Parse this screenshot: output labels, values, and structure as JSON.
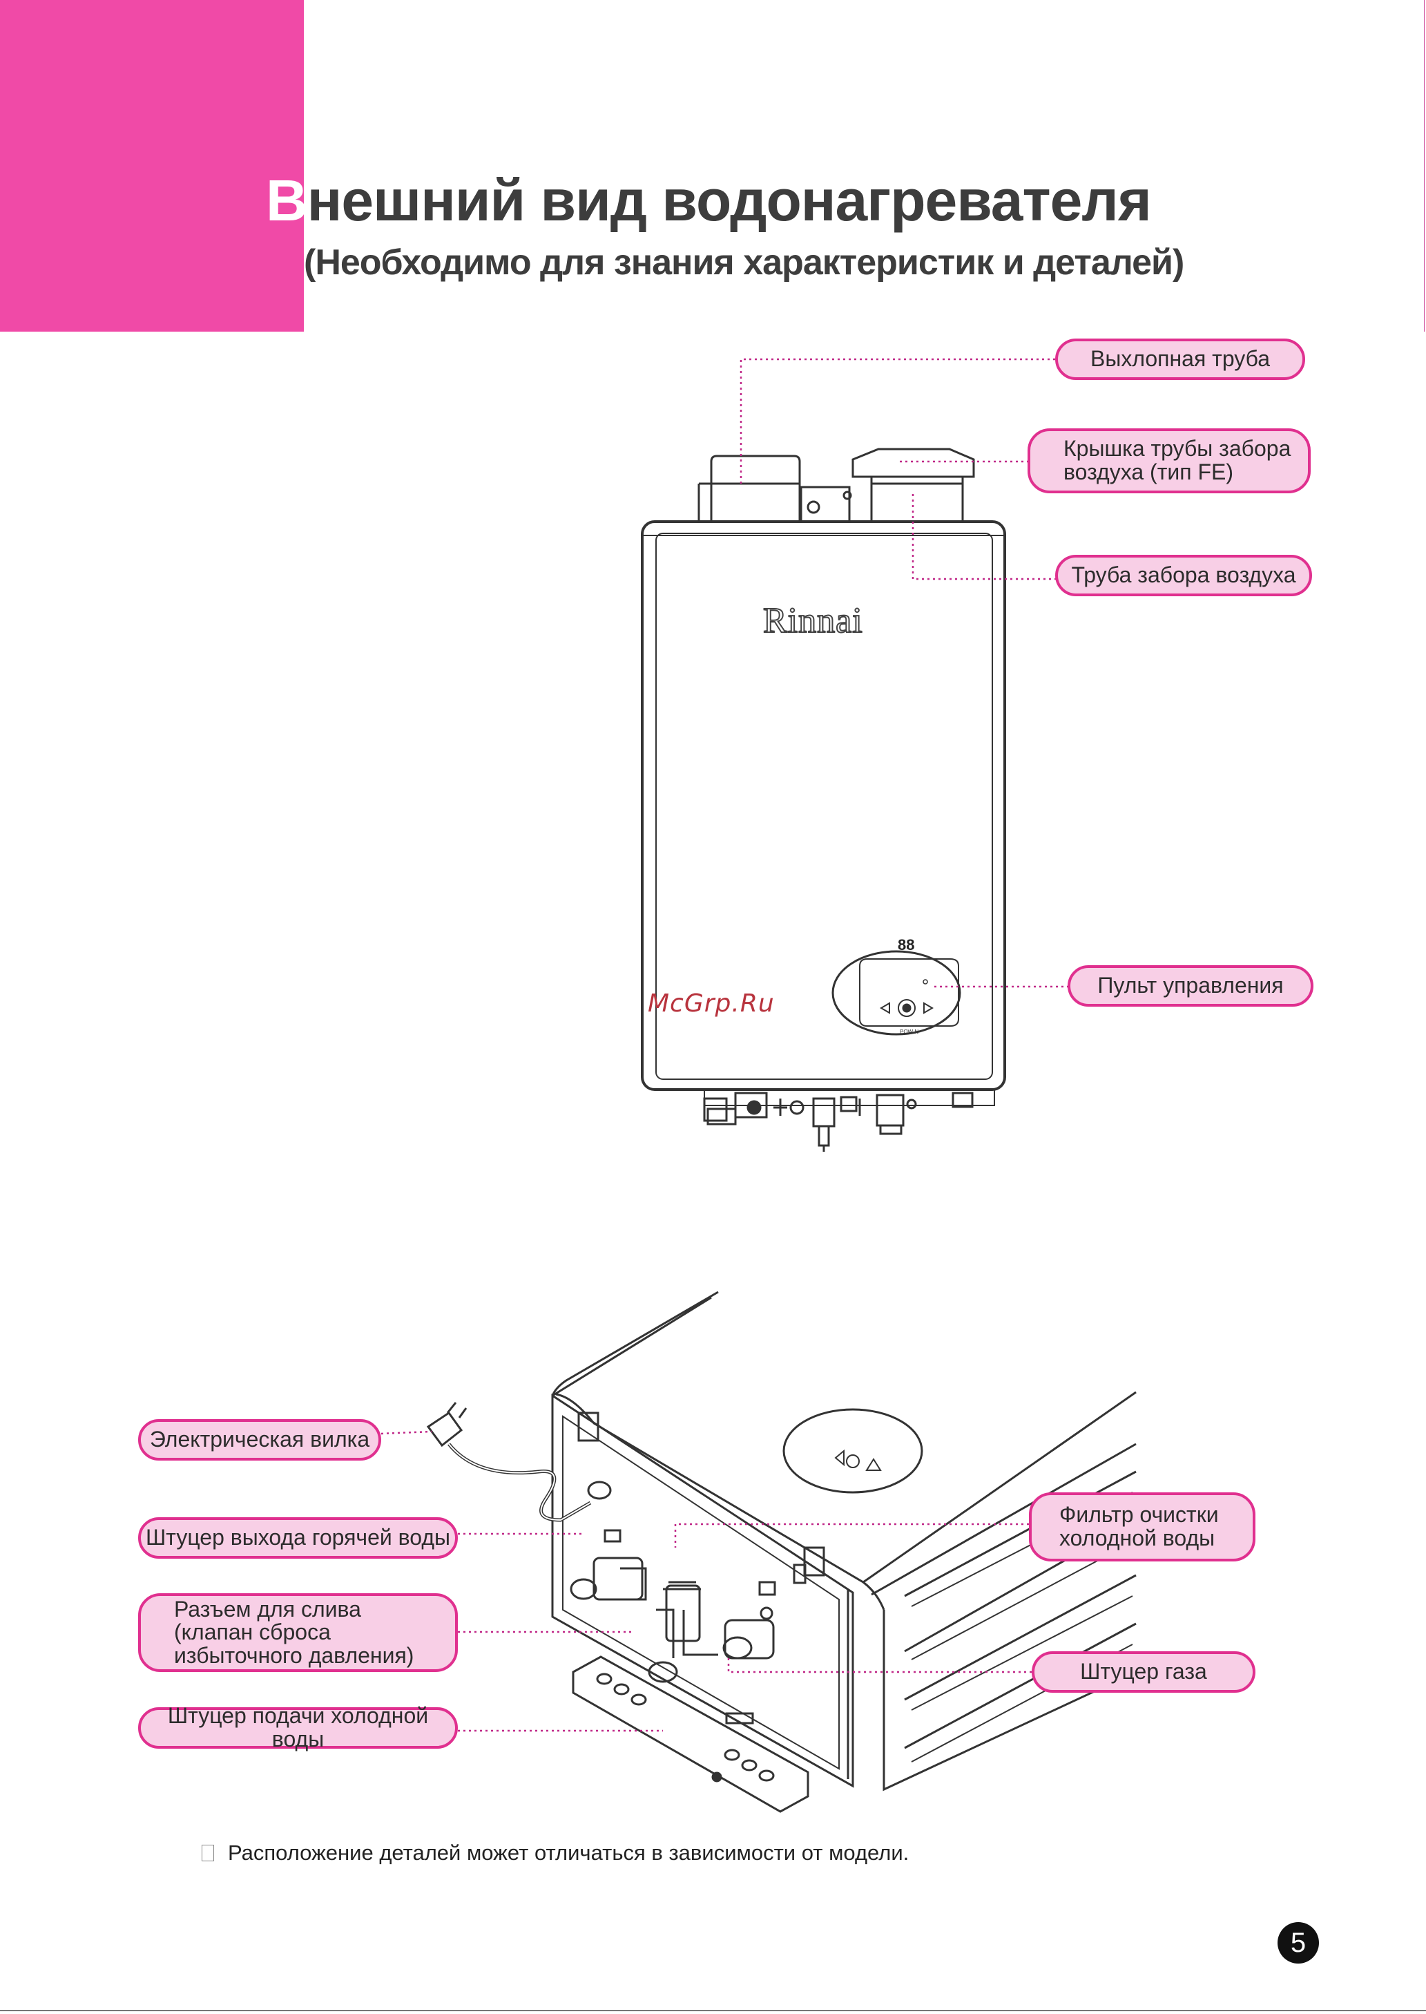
{
  "header": {
    "title_first_letter": "В",
    "title_rest": "нешний вид водонагревателя",
    "subtitle": "(Необходимо для знания характеристик и деталей)"
  },
  "front_view": {
    "brand": "Rinnai",
    "display_digits": "88",
    "panel_label": "POW N",
    "callouts": {
      "exhaust_pipe": "Выхлопная труба",
      "air_intake_cap": [
        "Крышка трубы забора",
        "воздуха (тип FE)"
      ],
      "air_intake_pipe": "Труба забора воздуха",
      "control_panel": "Пульт управления"
    }
  },
  "watermark": "McGrp.Ru",
  "bottom_view": {
    "callouts": {
      "electric_plug": "Электрическая вилка",
      "hot_water_outlet": "Штуцер выхода горячей воды",
      "drain_connector": [
        "Разъем для слива",
        "(клапан сброса",
        "избыточного давления)"
      ],
      "cold_water_inlet": "Штуцер подачи холодной воды",
      "cold_water_filter": [
        "Фильтр очистки",
        "холодной воды"
      ],
      "gas_connector": "Штуцер газа"
    }
  },
  "note": "Расположение деталей может отличаться в зависимости от модели.",
  "page_number": "5",
  "colors": {
    "accent_pink": "#f04aa7",
    "callout_fill": "#f8cfe6",
    "callout_border": "#e0308f",
    "leader_line": "#c02888"
  }
}
